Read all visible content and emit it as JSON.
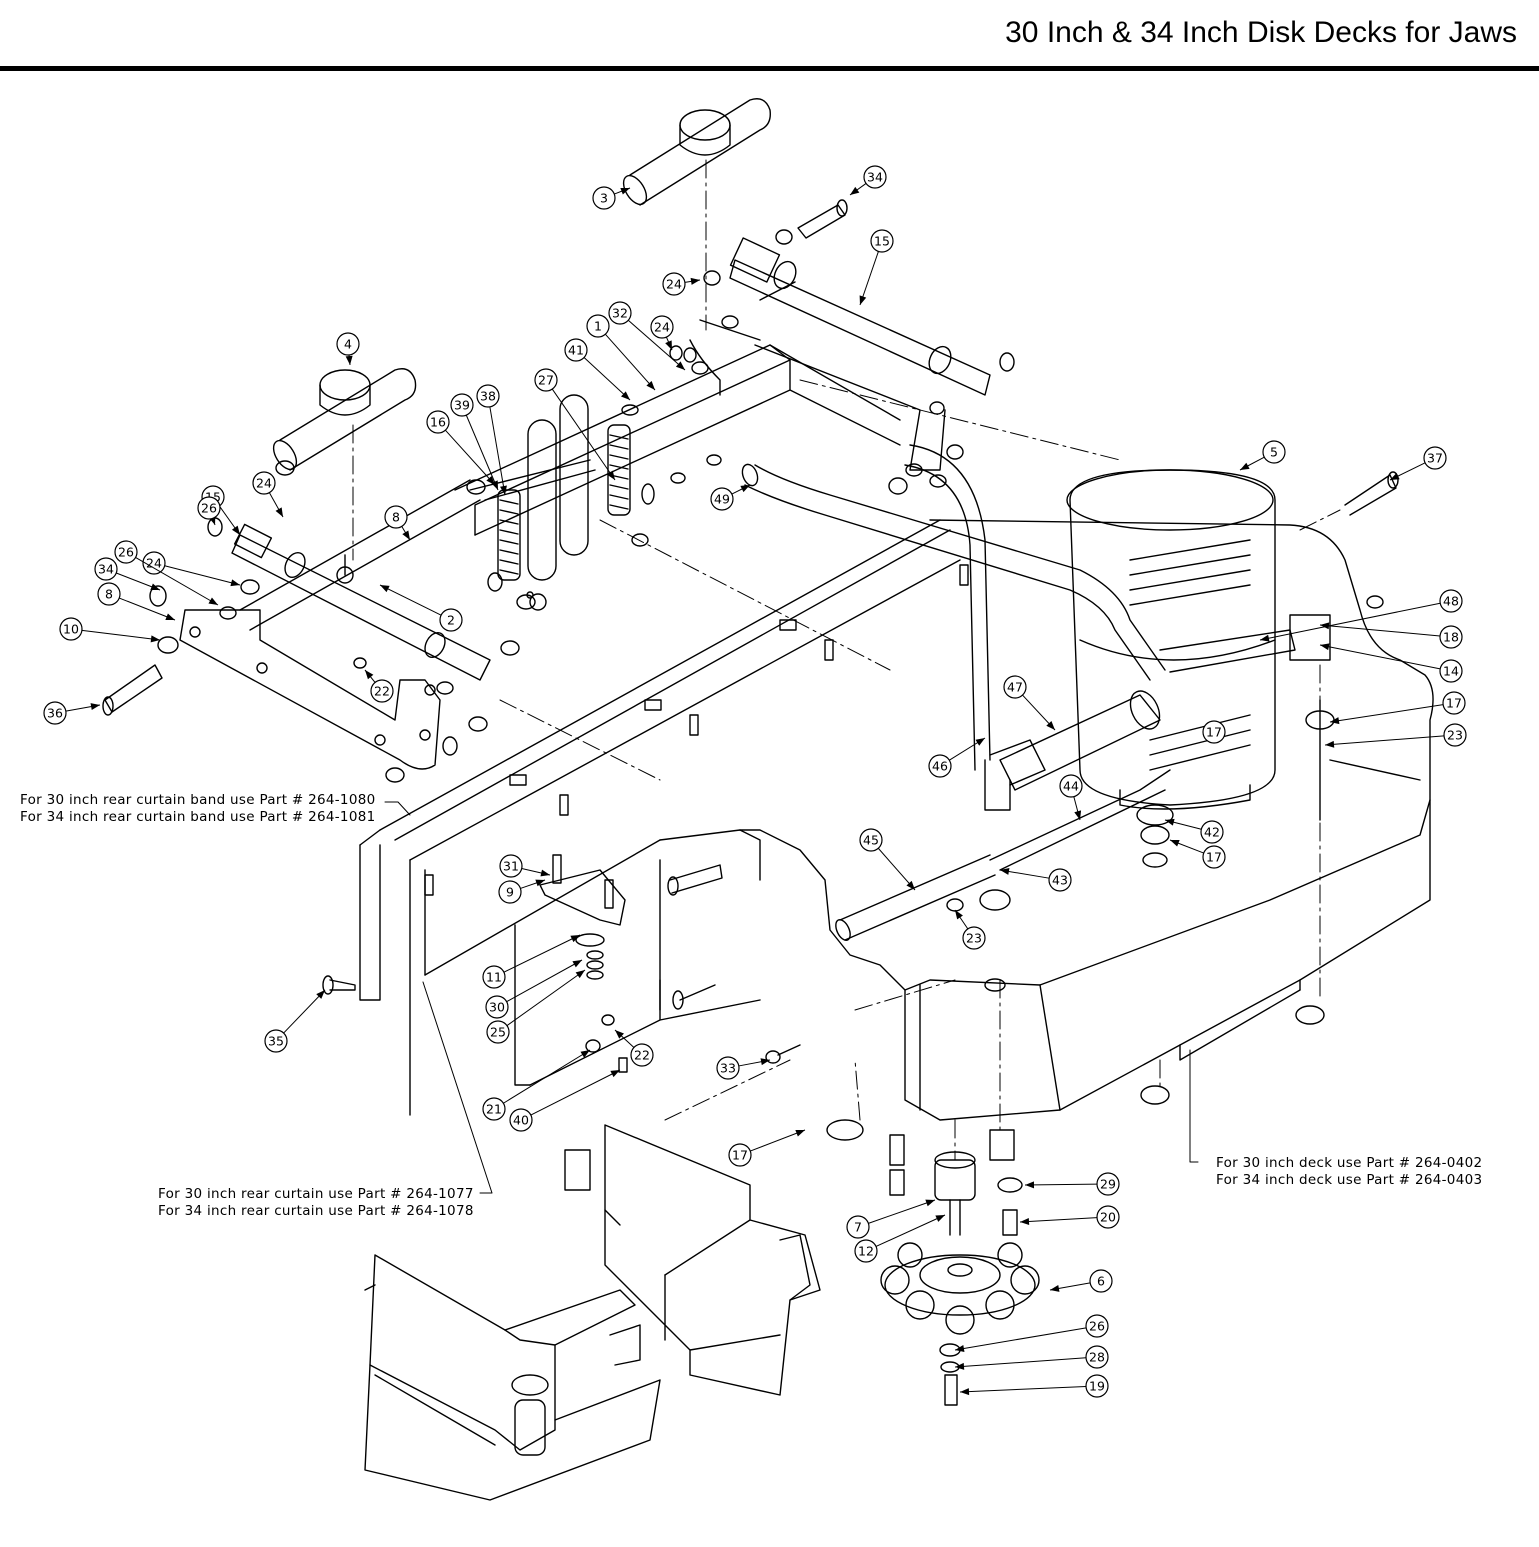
{
  "header": {
    "title": "30 Inch & 34 Inch Disk Decks for Jaws"
  },
  "notes": {
    "rear_curtain_band_30": "For 30 inch rear curtain band use Part # 264-1080",
    "rear_curtain_band_34": "For 34 inch rear curtain band use Part # 264-1081",
    "rear_curtain_30": "For 30 inch rear curtain use Part # 264-1077",
    "rear_curtain_34": "For 34 inch rear curtain use Part # 264-1078",
    "deck_30": "For 30 inch deck use Part # 264-0402",
    "deck_34": "For 34 inch deck use Part # 264-0403"
  },
  "callouts": [
    "1",
    "2",
    "3",
    "4",
    "5",
    "6",
    "7",
    "8",
    "8",
    "9",
    "10",
    "11",
    "12",
    "14",
    "15",
    "15",
    "16",
    "17",
    "17",
    "17",
    "17",
    "18",
    "19",
    "20",
    "21",
    "22",
    "22",
    "23",
    "23",
    "24",
    "24",
    "24",
    "24",
    "25",
    "26",
    "26",
    "26",
    "27",
    "28",
    "29",
    "30",
    "31",
    "32",
    "33",
    "34",
    "34",
    "35",
    "36",
    "37",
    "38",
    "39",
    "40",
    "41",
    "42",
    "43",
    "44",
    "45",
    "46",
    "47",
    "48",
    "49"
  ]
}
